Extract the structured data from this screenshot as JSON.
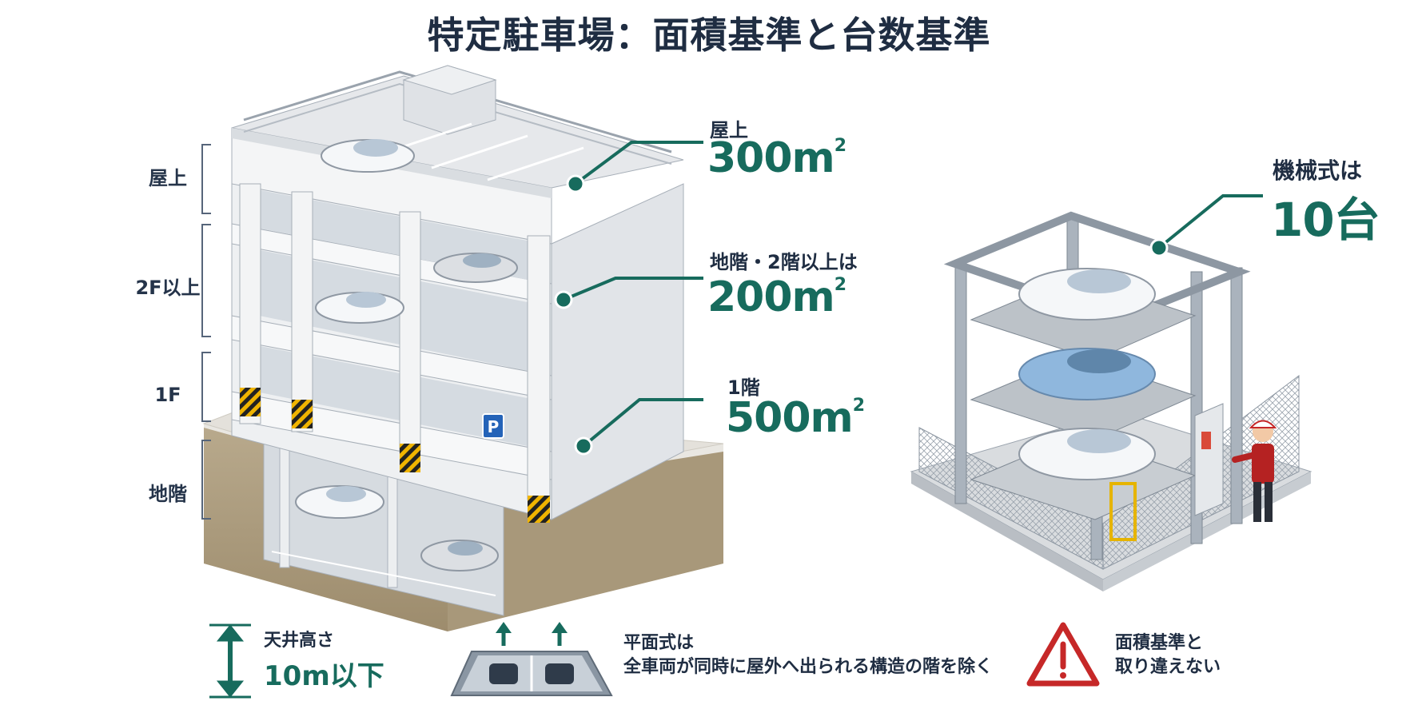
{
  "title": "特定駐車場：面積基準と台数基準",
  "floors": {
    "rooftop": "屋上",
    "upper": "2F以上",
    "first": "1F",
    "basement": "地階"
  },
  "areas": {
    "rooftop": {
      "label": "屋上",
      "value": "300m",
      "unit_sup": "2"
    },
    "upper": {
      "label": "地階・2階以上は",
      "value": "200m",
      "unit_sup": "2"
    },
    "first": {
      "label": "1階",
      "value": "500m",
      "unit_sup": "2"
    }
  },
  "mechanical": {
    "label": "機械式は",
    "value": "10台"
  },
  "parking_sign": "P",
  "legend": {
    "ceiling_line1": "天井高さ",
    "ceiling_line2": "10m以下",
    "flat_line1": "平面式は",
    "flat_line2": "全車両が同時に屋外へ出られる構造の階を除く",
    "warning_line1": "面積基準と",
    "warning_line2": "取り違えない"
  },
  "colors": {
    "accent": "#176b5d",
    "navy": "#1f2d42",
    "warning": "#c62828"
  }
}
